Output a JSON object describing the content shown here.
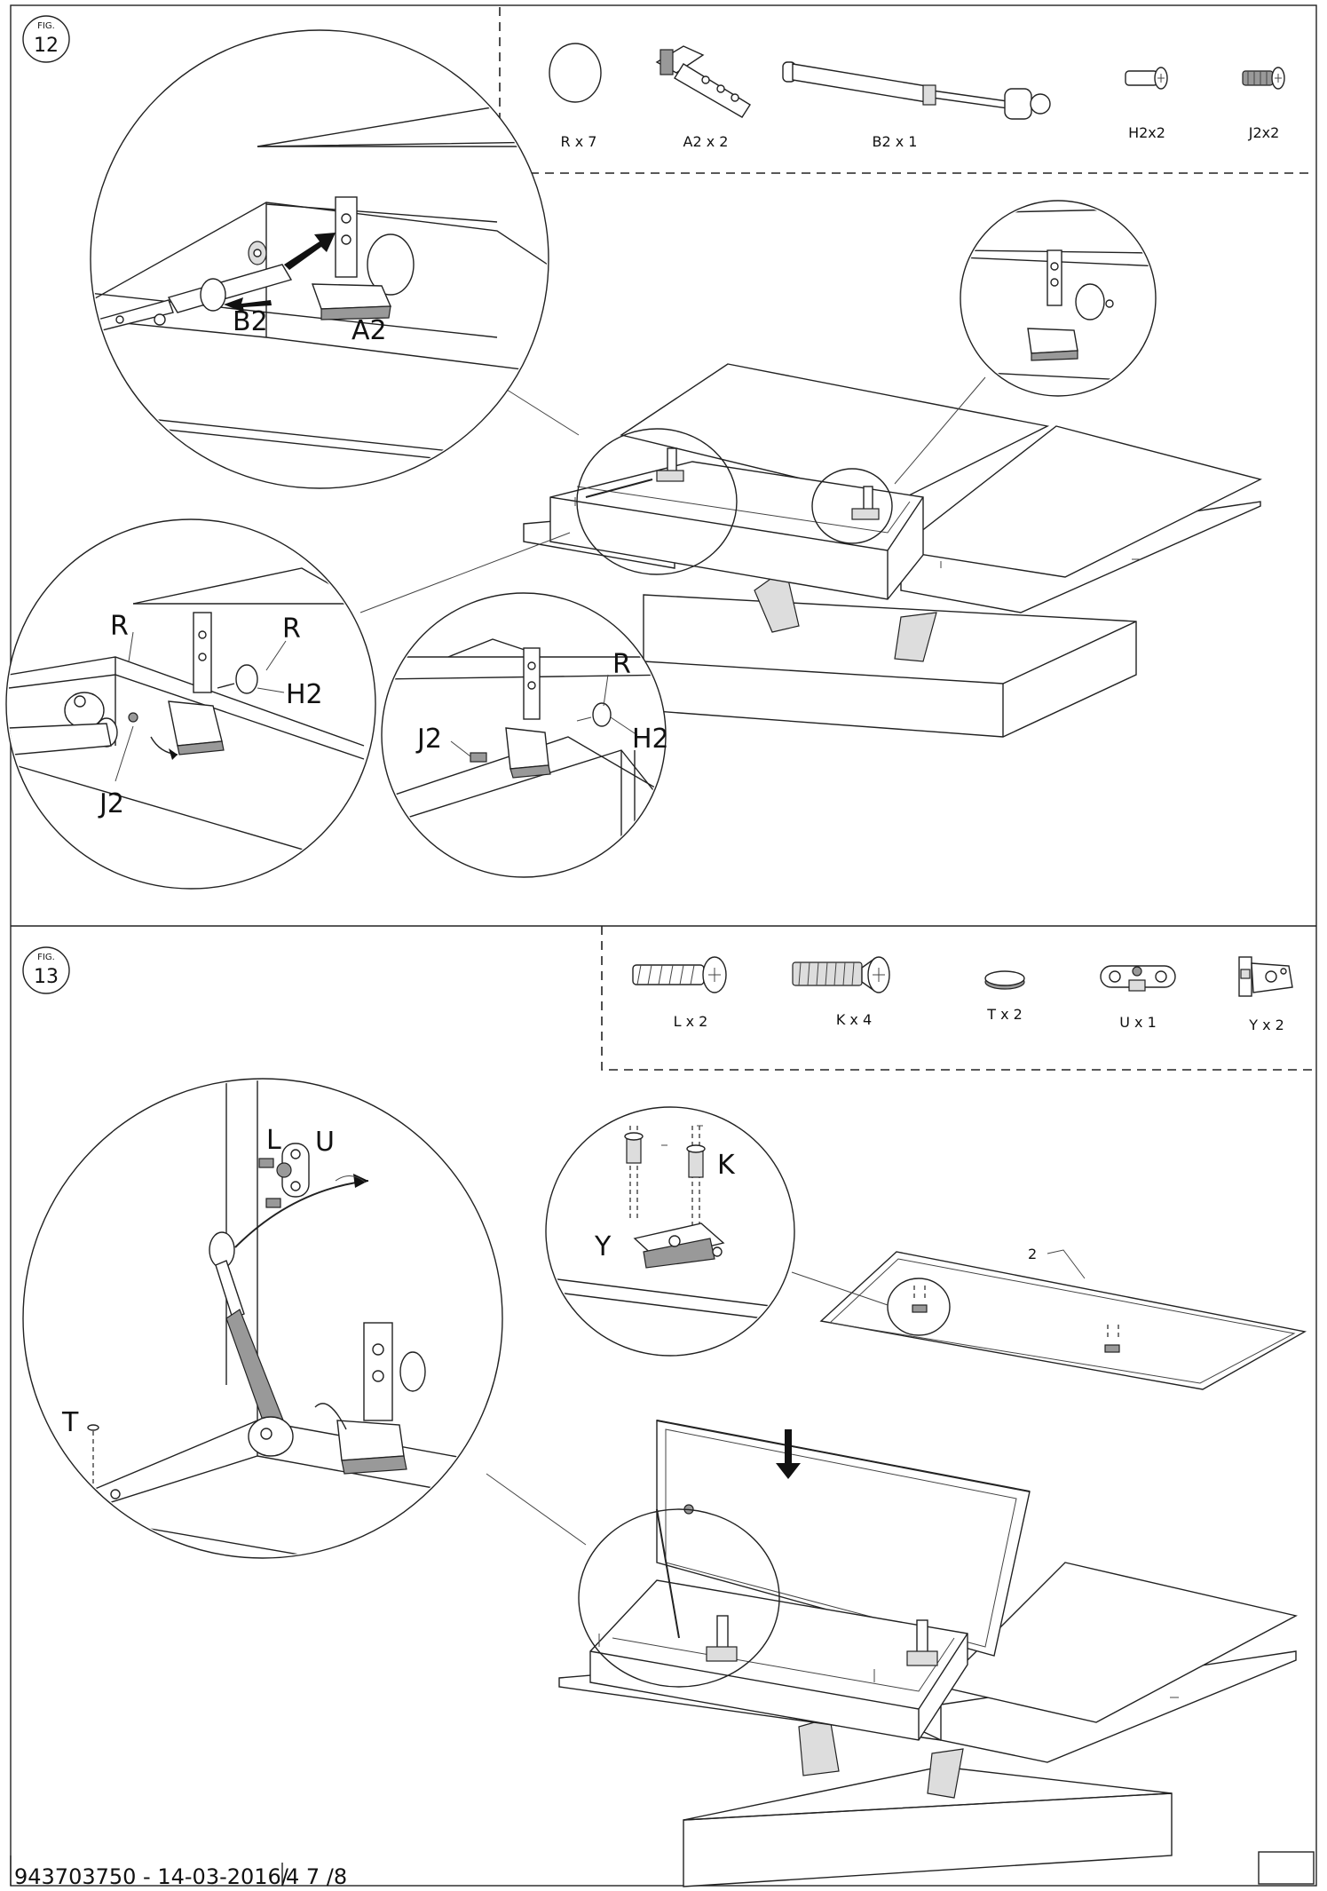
{
  "fig12": {
    "fig_label": "FIG.",
    "fig_number": "12",
    "parts": [
      {
        "icon": "round-cap-icon",
        "label": "R x 7"
      },
      {
        "icon": "hinge-bracket-icon",
        "label": "A2 x 2"
      },
      {
        "icon": "gas-strut-icon",
        "label": "B2 x 1"
      },
      {
        "icon": "short-bolt-icon",
        "label": "H2x2"
      },
      {
        "icon": "screw-icon",
        "label": "J2x2"
      }
    ],
    "callouts": [
      "B2",
      "A2",
      "R",
      "R",
      "H2",
      "J2",
      "R",
      "J2",
      "H2"
    ]
  },
  "fig13": {
    "fig_label": "FIG.",
    "fig_number": "13",
    "parts": [
      {
        "icon": "chipboard-screw-icon",
        "label": "L x 2"
      },
      {
        "icon": "long-screw-icon",
        "label": "K x 4"
      },
      {
        "icon": "disc-cap-icon",
        "label": "T x 2"
      },
      {
        "icon": "mount-plate-icon",
        "label": "U x 1"
      },
      {
        "icon": "concealed-hinge-icon",
        "label": "Y x 2"
      }
    ],
    "callouts": [
      "L",
      "U",
      "T",
      "K",
      "Y",
      "2"
    ]
  },
  "footer": {
    "doc_code": "943703750 - 14-03-2016/",
    "page": "4 7  /8"
  }
}
